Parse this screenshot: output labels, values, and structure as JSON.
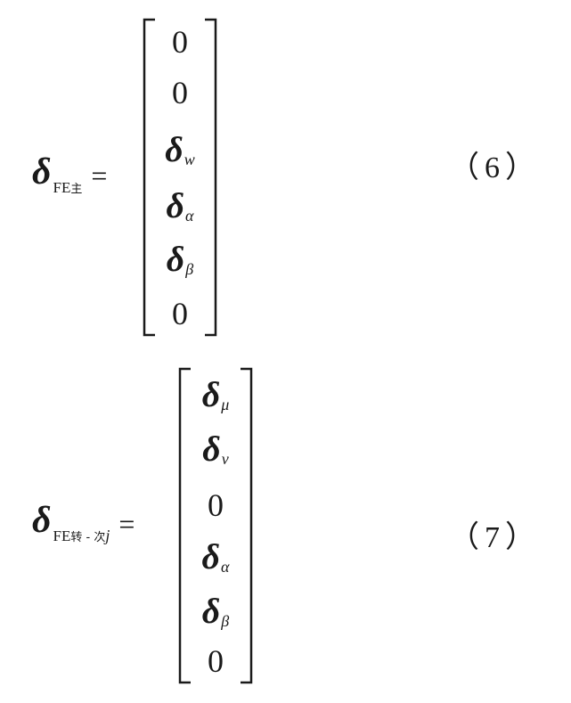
{
  "equations": [
    {
      "number": "（6）",
      "lhs": {
        "symbol": "δ",
        "sub_latin": "FE",
        "sub_cjk": "主",
        "sub_ital": "",
        "equals": "="
      },
      "rows": [
        {
          "kind": "zero",
          "text": "0"
        },
        {
          "kind": "zero",
          "text": "0"
        },
        {
          "kind": "delta",
          "text": "δ",
          "sub": "w"
        },
        {
          "kind": "delta",
          "text": "δ",
          "sub": "α"
        },
        {
          "kind": "delta",
          "text": "δ",
          "sub": "β"
        },
        {
          "kind": "zero",
          "text": "0"
        }
      ]
    },
    {
      "number": "（7）",
      "lhs": {
        "symbol": "δ",
        "sub_latin": "FE",
        "sub_cjk": "转 - 次",
        "sub_ital": "j",
        "equals": "="
      },
      "rows": [
        {
          "kind": "delta",
          "text": "δ",
          "sub": "μ"
        },
        {
          "kind": "delta",
          "text": "δ",
          "sub": "ν"
        },
        {
          "kind": "zero",
          "text": "0"
        },
        {
          "kind": "delta",
          "text": "δ",
          "sub": "α"
        },
        {
          "kind": "delta",
          "text": "δ",
          "sub": "β"
        },
        {
          "kind": "zero",
          "text": "0"
        }
      ]
    }
  ]
}
